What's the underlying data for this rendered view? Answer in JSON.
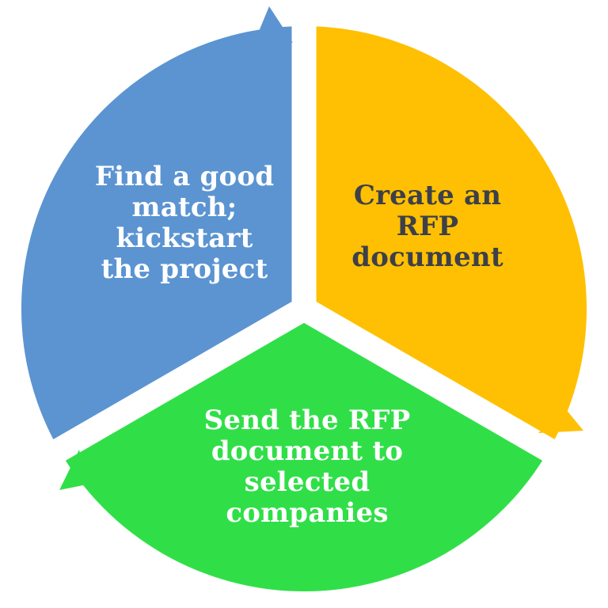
{
  "diagram": {
    "type": "cycle",
    "direction": "clockwise",
    "background_color": "#ffffff",
    "divider_color": "#ffffff",
    "segments": [
      {
        "id": "create-rfp-document",
        "position": "right",
        "label": "Create an\nRFP\ndocument",
        "fill_color": "#FFC003",
        "text_color": "#3D4049"
      },
      {
        "id": "send-rfp-document",
        "position": "bottom",
        "label": "Send the RFP\ndocument to\nselected\ncompanies",
        "fill_color": "#30DF48",
        "text_color": "#FFFFFF"
      },
      {
        "id": "find-good-match",
        "position": "left",
        "label": "Find a good\nmatch;\nkickstart\nthe project",
        "fill_color": "#5B94D1",
        "text_color": "#FFFFFF"
      }
    ]
  }
}
